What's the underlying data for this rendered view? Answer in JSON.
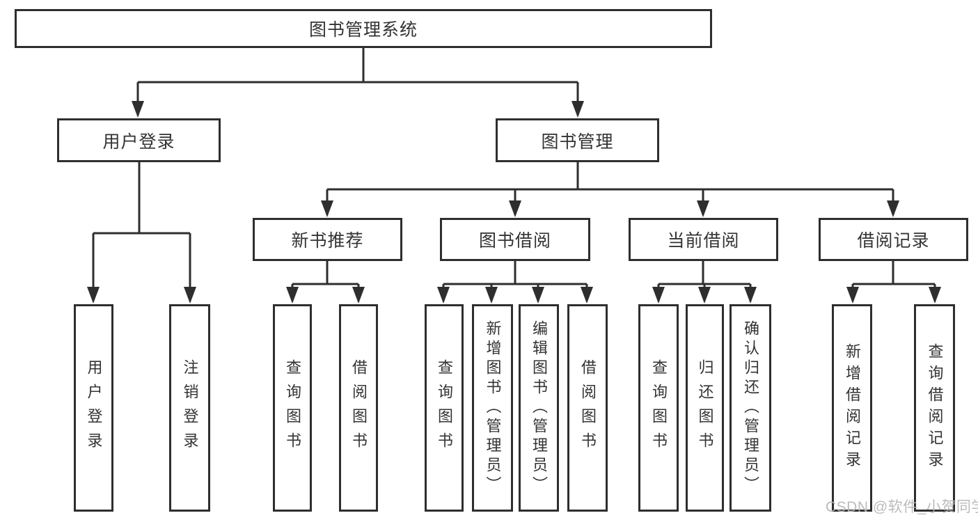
{
  "tree": {
    "root": "图书管理系统",
    "l2": [
      {
        "label": "用户登录",
        "leaves": [
          "用户登录",
          "注销登录"
        ]
      },
      {
        "label": "图书管理",
        "groups": [
          {
            "label": "新书推荐",
            "leaves": [
              "查询图书",
              "借阅图书"
            ]
          },
          {
            "label": "图书借阅",
            "leaves": [
              "查询图书",
              "新增图书（管理员）",
              "编辑图书（管理员）",
              "借阅图书"
            ]
          },
          {
            "label": "当前借阅",
            "leaves": [
              "查询图书",
              "归还图书",
              "确认归还（管理员）"
            ]
          },
          {
            "label": "借阅记录",
            "leaves": [
              "新增借阅记录",
              "查询借阅记录"
            ]
          }
        ]
      }
    ]
  },
  "watermark": {
    "text": "CSDN @软件_小贺同学"
  },
  "colors": {
    "line": "#2e2e2e",
    "text": "#333333",
    "background": "#ffffff",
    "watermark": "#b4b4b4"
  }
}
